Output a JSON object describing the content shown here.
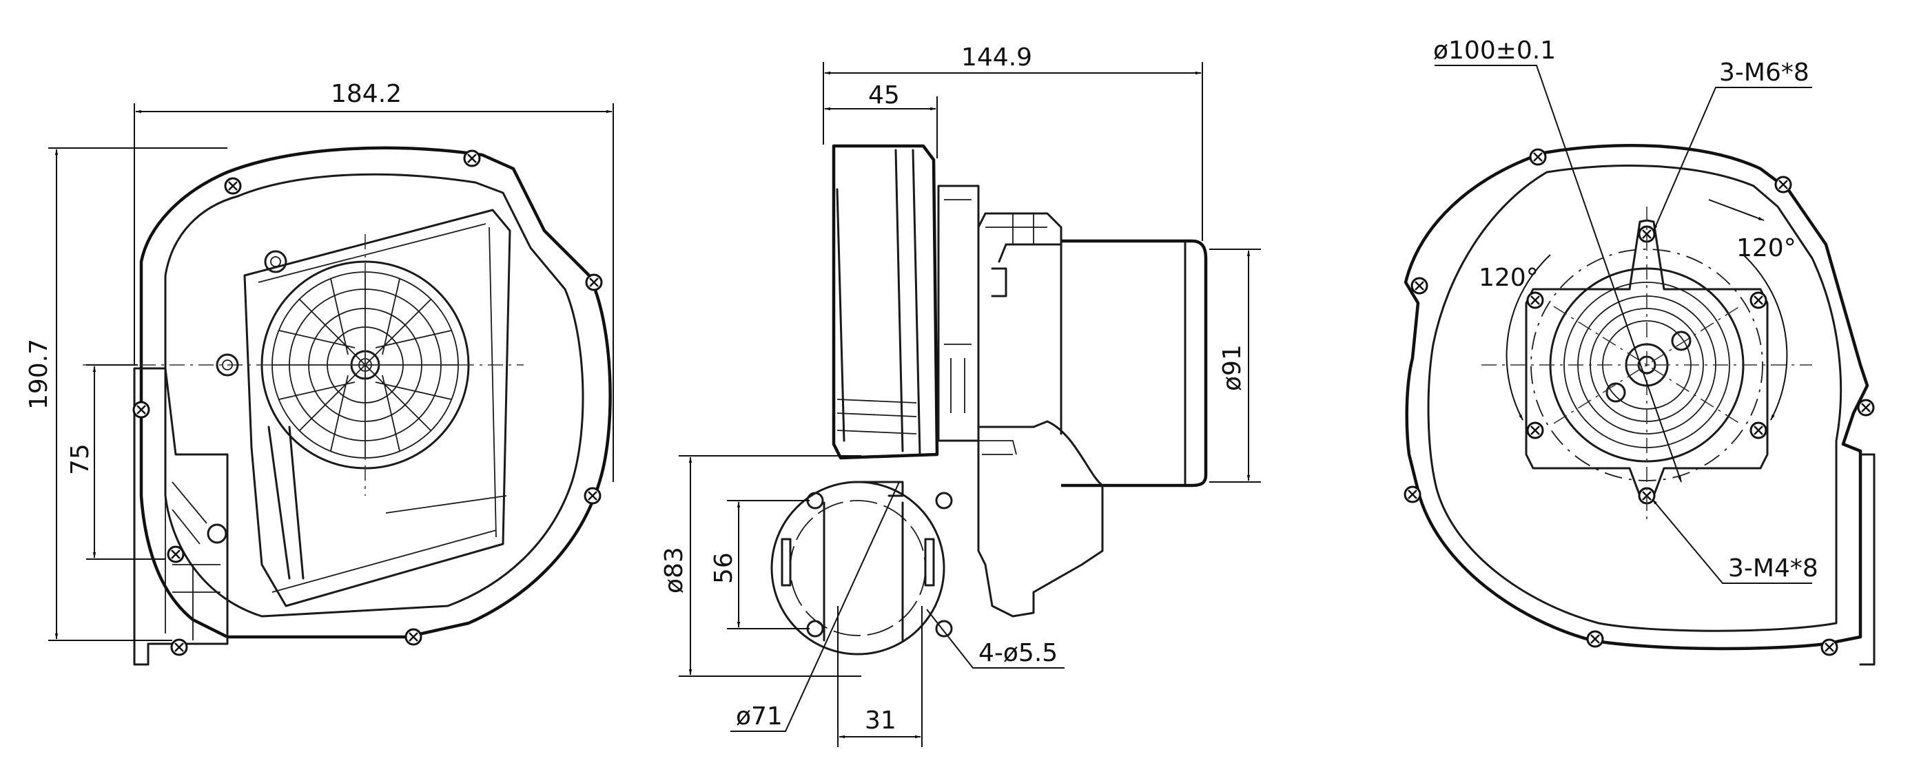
{
  "left_view": {
    "width_label": "184.2",
    "height_label": "190.7",
    "flange_label": "75"
  },
  "side_view": {
    "total_length_label": "144.9",
    "housing_depth_label": "45",
    "motor_dia_label": "ø91",
    "outlet_dia_label": "ø83",
    "outlet_pitch_label": "56",
    "outlet_inner_label": "ø71",
    "outlet_width_label": "31",
    "holes_label": "4-ø5.5"
  },
  "right_view": {
    "pcd_label": "ø100±0.1",
    "m6_label": "3-M6*8",
    "angle_left_label": "120°",
    "angle_right_label": "120°",
    "m4_label": "3-M4*8"
  }
}
